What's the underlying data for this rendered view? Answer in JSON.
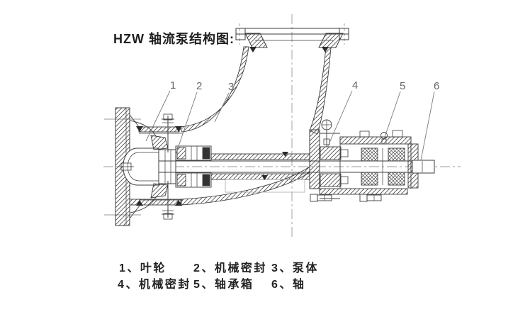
{
  "title": "HZW 轴流泵结构图:",
  "diagram": {
    "callouts": [
      {
        "n": "1"
      },
      {
        "n": "2"
      },
      {
        "n": "3"
      },
      {
        "n": "4"
      },
      {
        "n": "5"
      },
      {
        "n": "6"
      }
    ]
  },
  "legend": {
    "rows": [
      {
        "items": [
          {
            "text": "1、叶轮"
          },
          {
            "text": "2、机械密封"
          },
          {
            "text": "3、泵体"
          }
        ]
      },
      {
        "items": [
          {
            "text": "4、机械密封"
          },
          {
            "text": "5、轴承箱"
          },
          {
            "text": "6、轴"
          }
        ]
      }
    ]
  },
  "colors": {
    "background": "#ffffff",
    "line": "#3c3c3c",
    "text": "#1f1f1f",
    "callout": "#666666"
  }
}
